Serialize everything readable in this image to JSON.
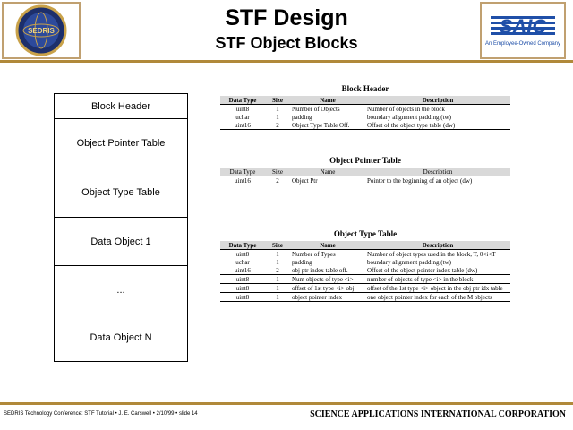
{
  "header": {
    "title": "STF Design",
    "subtitle": "STF Object Blocks",
    "left_logo_text": "SEDRIS",
    "right_logo_text": "SAIC",
    "right_logo_tagline": "An Employee-Owned Company"
  },
  "stack": [
    "Block Header",
    "Object Pointer Table",
    "Object Type Table",
    "Data Object 1",
    "...",
    "Data Object N"
  ],
  "block_header": {
    "title": "Block Header",
    "columns": [
      "Data Type",
      "Size",
      "Name",
      "Description"
    ],
    "rows": [
      [
        "uint8",
        "1",
        "Number of Objects",
        "Number of objects in the block"
      ],
      [
        "uchar",
        "1",
        "padding",
        "boundary alignment padding (tw)"
      ],
      [
        "uint16",
        "2",
        "Object Type Table Off.",
        "Offset of the object type table (dw)"
      ]
    ]
  },
  "object_pointer_table": {
    "title": "Object Pointer Table",
    "columns": [
      "Data Type",
      "Size",
      "Name",
      "Description"
    ],
    "rows": [
      [
        "uint16",
        "2",
        "Object Ptr",
        "Pointer to the beginning of an object (dw)"
      ]
    ]
  },
  "object_type_table": {
    "title": "Object Type Table",
    "columns": [
      "Data Type",
      "Size",
      "Name",
      "Description"
    ],
    "rows": [
      [
        "uint8",
        "1",
        "Number of Types",
        "Number of object types used in the block, T, 0<i<T"
      ],
      [
        "uchar",
        "1",
        "padding",
        "boundary alignment padding (tw)"
      ],
      [
        "uint16",
        "2",
        "obj ptr index table off.",
        "Offset of the object pointer index table (dw)"
      ],
      [
        "uint8",
        "1",
        "Num objects of type <i>",
        "number of objects of type <i> in the block"
      ],
      [
        "uint8",
        "1",
        "offset of 1st type <i> obj",
        "offset of the 1st type <i> object in the obj ptr idx table"
      ],
      [
        "uint8",
        "1",
        "object pointer index",
        "one object pointer index for each of the M objects"
      ]
    ]
  },
  "footer": {
    "left": "SEDRIS Technology Conference: STF Tutorial • J. E. Carswell • 2/10/99 • slide 14",
    "right": "SCIENCE APPLICATIONS INTERNATIONAL CORPORATION"
  },
  "colors": {
    "rule": "#b0893a",
    "header_fill": "#d9d9d9",
    "saic_blue": "#1f4fa8"
  }
}
